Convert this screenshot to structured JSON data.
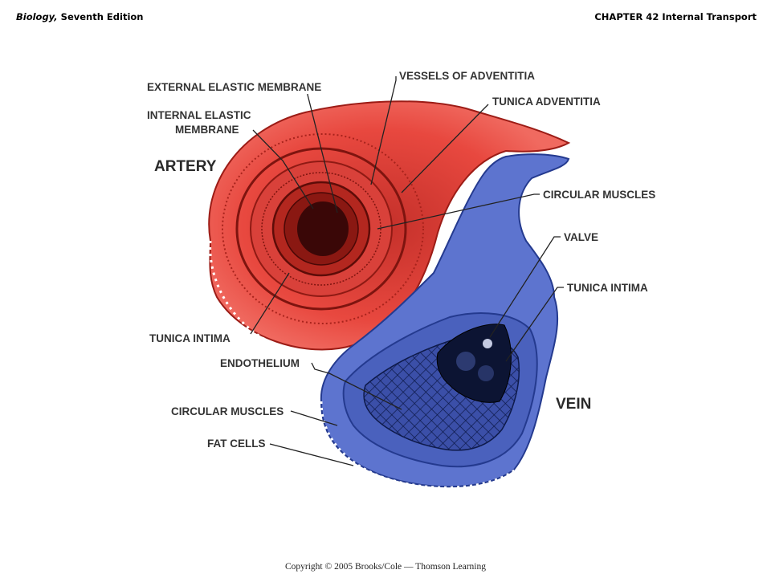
{
  "header": {
    "book_title": "Biology,",
    "edition": "Seventh Edition",
    "chapter": "CHAPTER 42 Internal Transport"
  },
  "diagram": {
    "labels": {
      "external_elastic_membrane": "EXTERNAL ELASTIC MEMBRANE",
      "vessels_of_adventitia": "VESSELS OF ADVENTITIA",
      "internal_elastic_membrane_line1": "INTERNAL ELASTIC",
      "internal_elastic_membrane_line2": "MEMBRANE",
      "tunica_adventitia": "TUNICA ADVENTITIA",
      "artery": "ARTERY",
      "circular_muscles_vein": "CIRCULAR MUSCLES",
      "valve": "VALVE",
      "tunica_intima_vein": "TUNICA INTIMA",
      "tunica_intima_artery": "TUNICA INTIMA",
      "endothelium": "ENDOTHELIUM",
      "vein": "VEIN",
      "circular_muscles_artery": "CIRCULAR MUSCLES",
      "fat_cells": "FAT CELLS"
    },
    "colors": {
      "artery": "#e8483f",
      "artery_dark": "#b8241d",
      "artery_lumen": "#3a0707",
      "vein": "#5d74cf",
      "vein_dark": "#243a8f",
      "vein_lumen": "#0c1433"
    }
  },
  "footer": {
    "copyright": "Copyright © 2005 Brooks/Cole — Thomson Learning"
  }
}
